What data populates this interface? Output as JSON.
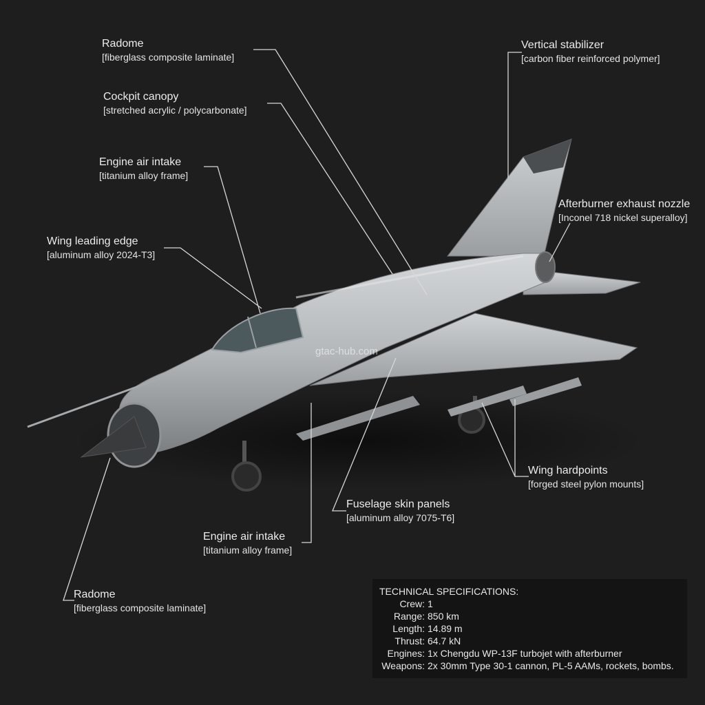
{
  "callouts": {
    "radome_top": {
      "name": "Radome",
      "material": "[fiberglass composite laminate]"
    },
    "canopy": {
      "name": "Cockpit canopy",
      "material": "[stretched acrylic / polycarbonate]"
    },
    "intake_top": {
      "name": "Engine air intake",
      "material": "[titanium alloy frame]"
    },
    "wing_edge": {
      "name": "Wing leading edge",
      "material": "[aluminum alloy 2024-T3]"
    },
    "stabilizer": {
      "name": "Vertical stabilizer",
      "material": "[carbon fiber reinforced polymer]"
    },
    "nozzle": {
      "name": "Afterburner exhaust nozzle",
      "material": "[Inconel 718 nickel superalloy]"
    },
    "hardpoints": {
      "name": "Wing hardpoints",
      "material": "[forged steel pylon mounts]"
    },
    "fuselage": {
      "name": "Fuselage skin panels",
      "material": "[aluminum alloy 7075-T6]"
    },
    "intake_bottom": {
      "name": "Engine air intake",
      "material": "[titanium alloy frame]"
    },
    "radome_bottom": {
      "name": "Radome",
      "material": "[fiberglass composite laminate]"
    }
  },
  "specs": {
    "title": "TECHNICAL SPECIFICATIONS:",
    "rows": [
      {
        "key": "Crew:",
        "value": "1"
      },
      {
        "key": "Range:",
        "value": "850 km"
      },
      {
        "key": "Length:",
        "value": "14.89 m"
      },
      {
        "key": "Thrust:",
        "value": "64.7 kN"
      },
      {
        "key": "Engines:",
        "value": "1x Chengdu WP-13F turbojet with afterburner"
      },
      {
        "key": "Weapons:",
        "value": "2x 30mm Type 30-1 cannon, PL-5 AAMs, rockets, bombs."
      }
    ]
  },
  "watermark": "gtac-hub.com",
  "colors": {
    "background": "#1e1e1f",
    "panel": "#141414",
    "text": "#ececec",
    "leader": "#d8d8d8",
    "airframe": "#a9adb0"
  }
}
